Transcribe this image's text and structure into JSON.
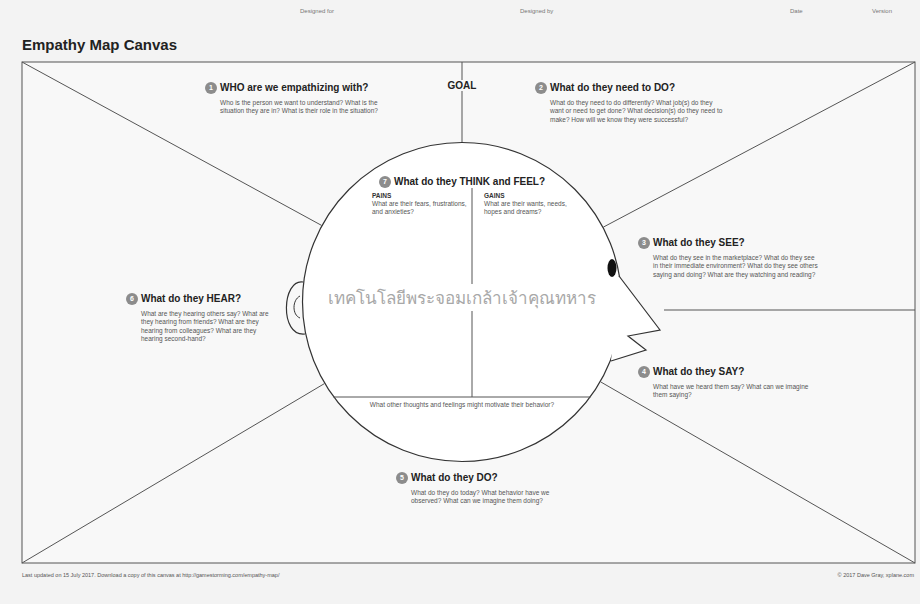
{
  "diagram": {
    "title": "Empathy Map Canvas",
    "nodes": [
      {
        "text": [
          "1",
          "WHO are we empathizing with?",
          "Who is the person we want to understand? What is the situation they are in? What is their role in the situation?"
        ]
      },
      {
        "text": [
          "2",
          "What do they need to DO?",
          "What do they need to do differently? What job(s) do they want or need to get done? What decision(s) do they need to make? How will we know they were successful?"
        ]
      },
      {
        "text": [
          "7",
          "What do they THINK and FEEL?",
          "What other thoughts and feelings might motivate their behavior?"
        ]
      },
      {
        "text": [
          "PAINS",
          "What are their fears, frustrations, and anxieties?"
        ],
        "in": 2
      },
      {
        "text": [
          "GAINS",
          "What are their wants, needs, hopes and dreams?"
        ],
        "in": 2
      },
      {
        "text": [
          "3",
          "What do they SEE?",
          "What do they see in the marketplace? What do they see in their immediate environment? What do they see others saying and doing? What are they watching and reading?"
        ]
      },
      {
        "text": [
          "6",
          "What do they HEAR?",
          "What are they hearing others say? What are they hearing from friends? What are they hearing from colleagues? What are they hearing second-hand?"
        ]
      },
      {
        "text": [
          "4",
          "What do they SAY?",
          "What have we heard them say? What can we imagine them saying?"
        ]
      },
      {
        "text": [
          "5",
          "What do they DO?",
          "What do they do today? What behavior have we observed? What can we imagine them doing?"
        ]
      }
    ],
    "labels": [
      "Designed for",
      "Designed by",
      "Date",
      "Version",
      "GOAL",
      "Last updated on 15 July 2017. Download a copy of this canvas at http://gamestorming.com/empathy-map/",
      "© 2017 Dave Gray, xplane.com",
      "เทคโนโลยีพระจอมเกล้าเจ้าคุณทหาร"
    ]
  }
}
